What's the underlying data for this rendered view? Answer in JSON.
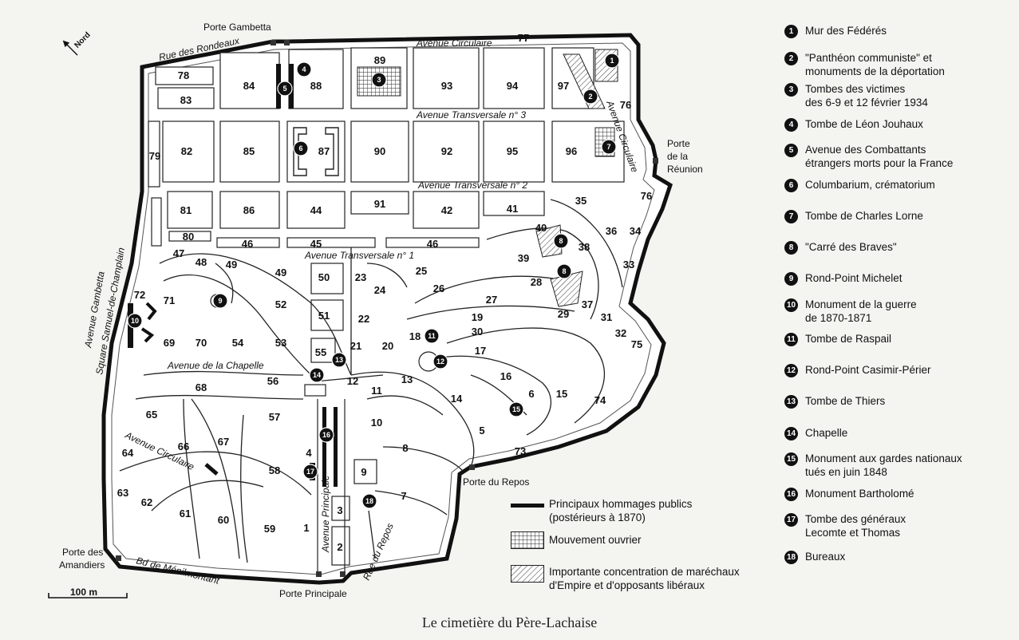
{
  "caption": "Le cimetière du Père-Lachaise",
  "compass": "Nord",
  "scale": "100 m",
  "streets": {
    "rue_des_rondeaux": "Rue des Rondeaux",
    "avenue_circulaire_top": "Avenue Circulaire",
    "avenue_circulaire_right": "Avenue Circulaire",
    "avenue_circulaire_bottom": "Avenue Circulaire",
    "transversale_3": "Avenue Transversale n° 3",
    "transversale_2": "Avenue Transversale n° 2",
    "transversale_1": "Avenue Transversale n° 1",
    "avenue_chapelle": "Avenue de la Chapelle",
    "avenue_gambetta": "Avenue Gambetta",
    "square_samuel": "Square Samuel-de-Champlain",
    "avenue_principale": "Avenue Principale",
    "bd_menilmontant": "Bd de Ménilmontant",
    "rue_du_repos": "Rue du Repos"
  },
  "gates": {
    "gambetta": "Porte Gambetta",
    "reunion_1": "Porte",
    "reunion_2": "de la",
    "reunion_3": "Réunion",
    "repos": "Porte du Repos",
    "amandiers_1": "Porte  des",
    "amandiers_2": "Amandiers",
    "principale": "Porte Principale"
  },
  "plots": [
    "77",
    "78",
    "84",
    "88",
    "89",
    "93",
    "94",
    "97",
    "83",
    "76",
    "82",
    "85",
    "87",
    "90",
    "92",
    "95",
    "96",
    "79",
    "81",
    "86",
    "44",
    "91",
    "42",
    "41",
    "35",
    "76",
    "80",
    "46",
    "45",
    "46",
    "36",
    "34",
    "47",
    "48",
    "49",
    "40",
    "38",
    "39",
    "50",
    "23",
    "24",
    "25",
    "26",
    "28",
    "33",
    "71",
    "49",
    "52",
    "27",
    "37",
    "72",
    "51",
    "22",
    "19",
    "29",
    "31",
    "69",
    "70",
    "54",
    "53",
    "21",
    "20",
    "18",
    "30",
    "17",
    "32",
    "75",
    "55",
    "56",
    "12",
    "11",
    "13",
    "16",
    "68",
    "6",
    "15",
    "74",
    "14",
    "65",
    "57",
    "10",
    "5",
    "66",
    "67",
    "8",
    "73",
    "64",
    "4",
    "58",
    "9",
    "7",
    "63",
    "62",
    "61",
    "60",
    "59",
    "3",
    "1",
    "2"
  ],
  "markers": [
    "1",
    "2",
    "3",
    "4",
    "5",
    "6",
    "7",
    "8",
    "8",
    "9",
    "10",
    "11",
    "12",
    "13",
    "14",
    "15",
    "16",
    "17",
    "18"
  ],
  "legend": [
    {
      "num": "1",
      "lines": [
        "Mur des Fédérés"
      ]
    },
    {
      "num": "2",
      "lines": [
        "\"Panthéon communiste\" et",
        "monuments de la déportation"
      ]
    },
    {
      "num": "3",
      "lines": [
        "Tombes des victimes",
        "des 6-9 et 12 février 1934"
      ]
    },
    {
      "num": "4",
      "lines": [
        "Tombe de Léon Jouhaux"
      ]
    },
    {
      "num": "5",
      "lines": [
        "Avenue des Combattants",
        "étrangers morts pour la France"
      ]
    },
    {
      "num": "6",
      "lines": [
        "Columbarium, crématorium"
      ]
    },
    {
      "num": "7",
      "lines": [
        "Tombe de Charles Lorne"
      ]
    },
    {
      "num": "8",
      "lines": [
        "\"Carré des Braves\""
      ]
    },
    {
      "num": "9",
      "lines": [
        "Rond-Point Michelet"
      ]
    },
    {
      "num": "10",
      "lines": [
        "Monument de la guerre",
        "de 1870-1871"
      ]
    },
    {
      "num": "11",
      "lines": [
        "Tombe de Raspail"
      ]
    },
    {
      "num": "12",
      "lines": [
        "Rond-Point Casimir-Périer"
      ]
    },
    {
      "num": "13",
      "lines": [
        "Tombe de Thiers"
      ]
    },
    {
      "num": "14",
      "lines": [
        "Chapelle"
      ]
    },
    {
      "num": "15",
      "lines": [
        "Monument aux gardes nationaux",
        "tués en juin 1848"
      ]
    },
    {
      "num": "16",
      "lines": [
        "Monument Bartholomé"
      ]
    },
    {
      "num": "17",
      "lines": [
        "Tombe des généraux",
        "Lecomte et Thomas"
      ]
    },
    {
      "num": "18",
      "lines": [
        "Bureaux"
      ]
    }
  ],
  "key": {
    "hommages": [
      "Principaux hommages publics",
      "(postérieurs à 1870)"
    ],
    "ouvrier": [
      "Mouvement ouvrier"
    ],
    "marechaux": [
      "Importante concentration de maréchaux",
      "d'Empire et d'opposants libéraux"
    ]
  }
}
